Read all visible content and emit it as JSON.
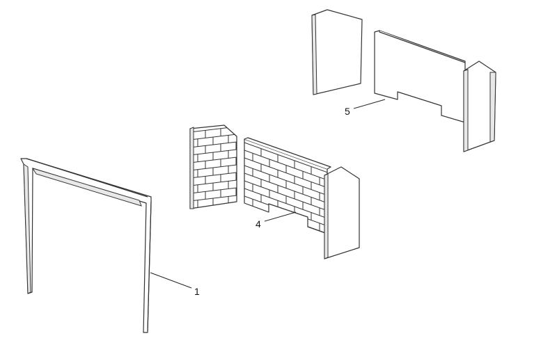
{
  "diagram": {
    "callouts": [
      {
        "id": "part-1",
        "label": "1"
      },
      {
        "id": "part-4",
        "label": "4"
      },
      {
        "id": "part-5",
        "label": "5"
      }
    ]
  }
}
